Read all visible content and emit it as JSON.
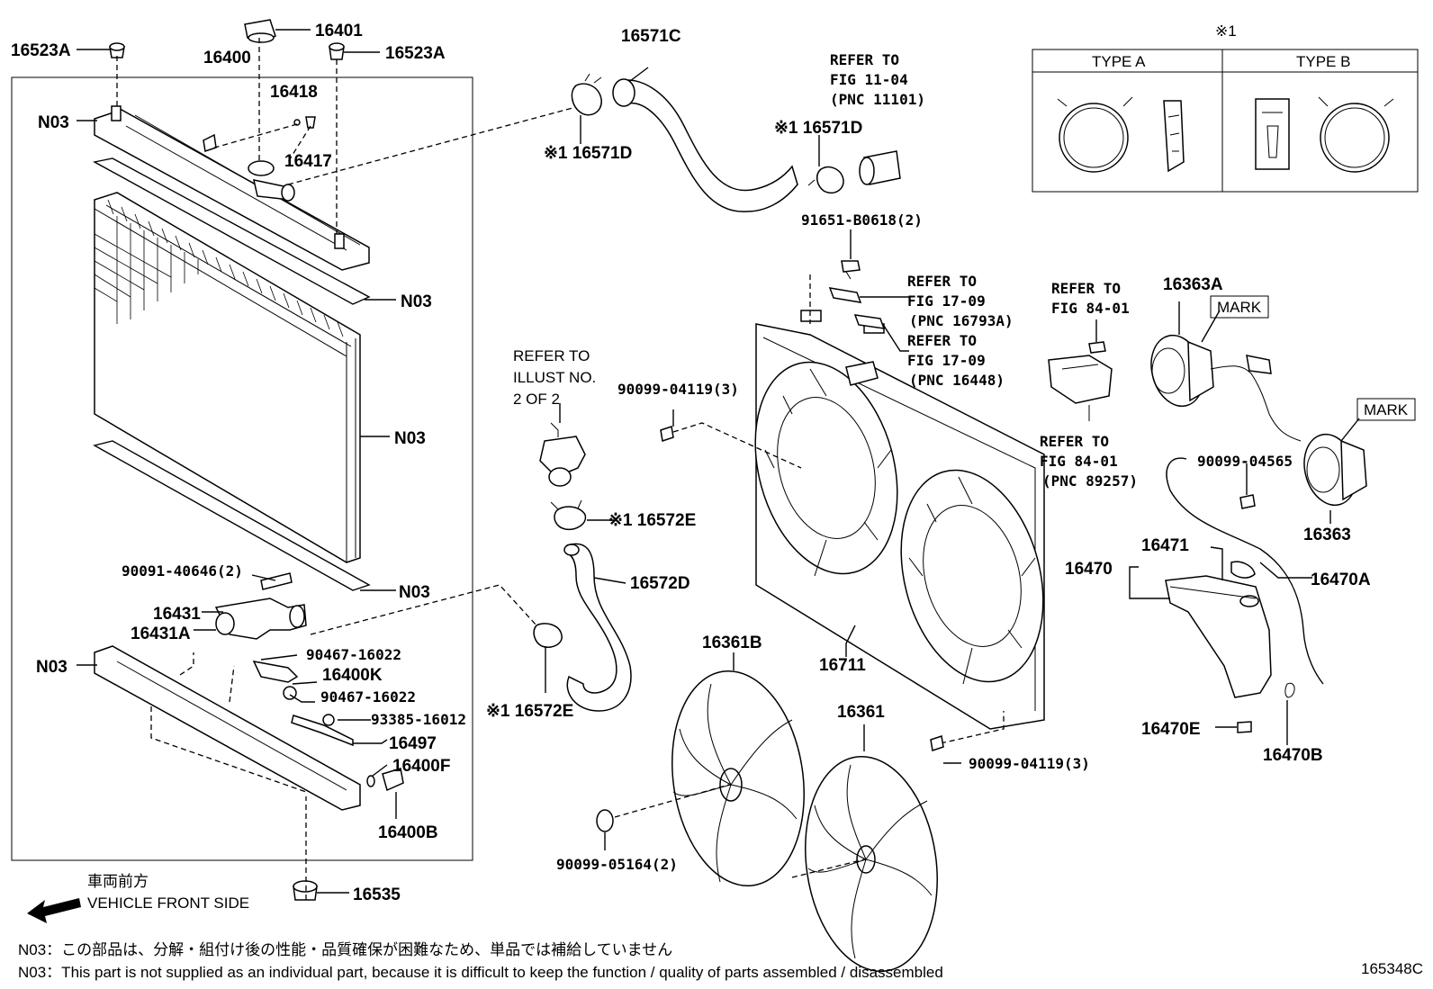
{
  "diagram": {
    "labels": {
      "p16523A_left": "16523A",
      "p16401": "16401",
      "p16523A_right": "16523A",
      "p16400": "16400",
      "p16418": "16418",
      "p16417": "16417",
      "n03_1": "N03",
      "n03_2": "N03",
      "n03_3": "N03",
      "n03_4": "N03",
      "n03_5": "N03",
      "p90091": "90091-40646(2)",
      "p16431": "16431",
      "p16431A": "16431A",
      "p90467_a": "90467-16022",
      "p16400K": "16400K",
      "p90467_b": "90467-16022",
      "p93385": "93385-16012",
      "p16497": "16497",
      "p16400F": "16400F",
      "p16400B": "16400B",
      "p16535": "16535",
      "p16571C": "16571C",
      "p16571D_a": "※1 16571D",
      "p16571D_b": "※1 16571D",
      "refer_fig11_1": "REFER TO",
      "refer_fig11_2": "FIG 11-04",
      "refer_fig11_3": "(PNC 11101)",
      "p91651": "91651-B0618(2)",
      "refer_1709a_1": "REFER TO",
      "refer_1709a_2": "FIG 17-09",
      "refer_1709a_3": "(PNC 16793A)",
      "refer_1709b_1": "REFER TO",
      "refer_1709b_2": "FIG 17-09",
      "refer_1709b_3": "(PNC 16448)",
      "refer_illust_1": "REFER TO",
      "refer_illust_2": "ILLUST NO.",
      "refer_illust_3": "2 OF 2",
      "p90099_04119_a": "90099-04119(3)",
      "p16572E_a": "※1 16572E",
      "p16572D": "16572D",
      "p16572E_b": "※1 16572E",
      "p16361B": "16361B",
      "p16711": "16711",
      "p16361": "16361",
      "p90099_04119_b": "90099-04119(3)",
      "p90099_05164": "90099-05164(2)",
      "refer_8401a_1": "REFER TO",
      "refer_8401a_2": "FIG 84-01",
      "refer_8401b_1": "REFER TO",
      "refer_8401b_2": "FIG 84-01",
      "refer_8401b_3": "(PNC 89257)",
      "p16363A": "16363A",
      "mark_1": "MARK",
      "mark_2": "MARK",
      "p90099_04565": "90099-04565",
      "p16363": "16363",
      "p16471": "16471",
      "p16470": "16470",
      "p16470A": "16470A",
      "p16470E": "16470E",
      "p16470B": "16470B"
    },
    "legend": {
      "note_mark": "※1",
      "type_a": "TYPE A",
      "type_b": "TYPE B"
    },
    "direction": {
      "jp": "車両前方",
      "en": "VEHICLE FRONT SIDE"
    },
    "footnotes": {
      "jp": "N03：この部品は、分解・組付け後の性能・品質確保が困難なため、単品では補給していません",
      "en": "N03：This part is not supplied as an individual part, because it is difficult to keep the function / quality of parts assembled / disassembled"
    },
    "figure_code": "165348C"
  }
}
